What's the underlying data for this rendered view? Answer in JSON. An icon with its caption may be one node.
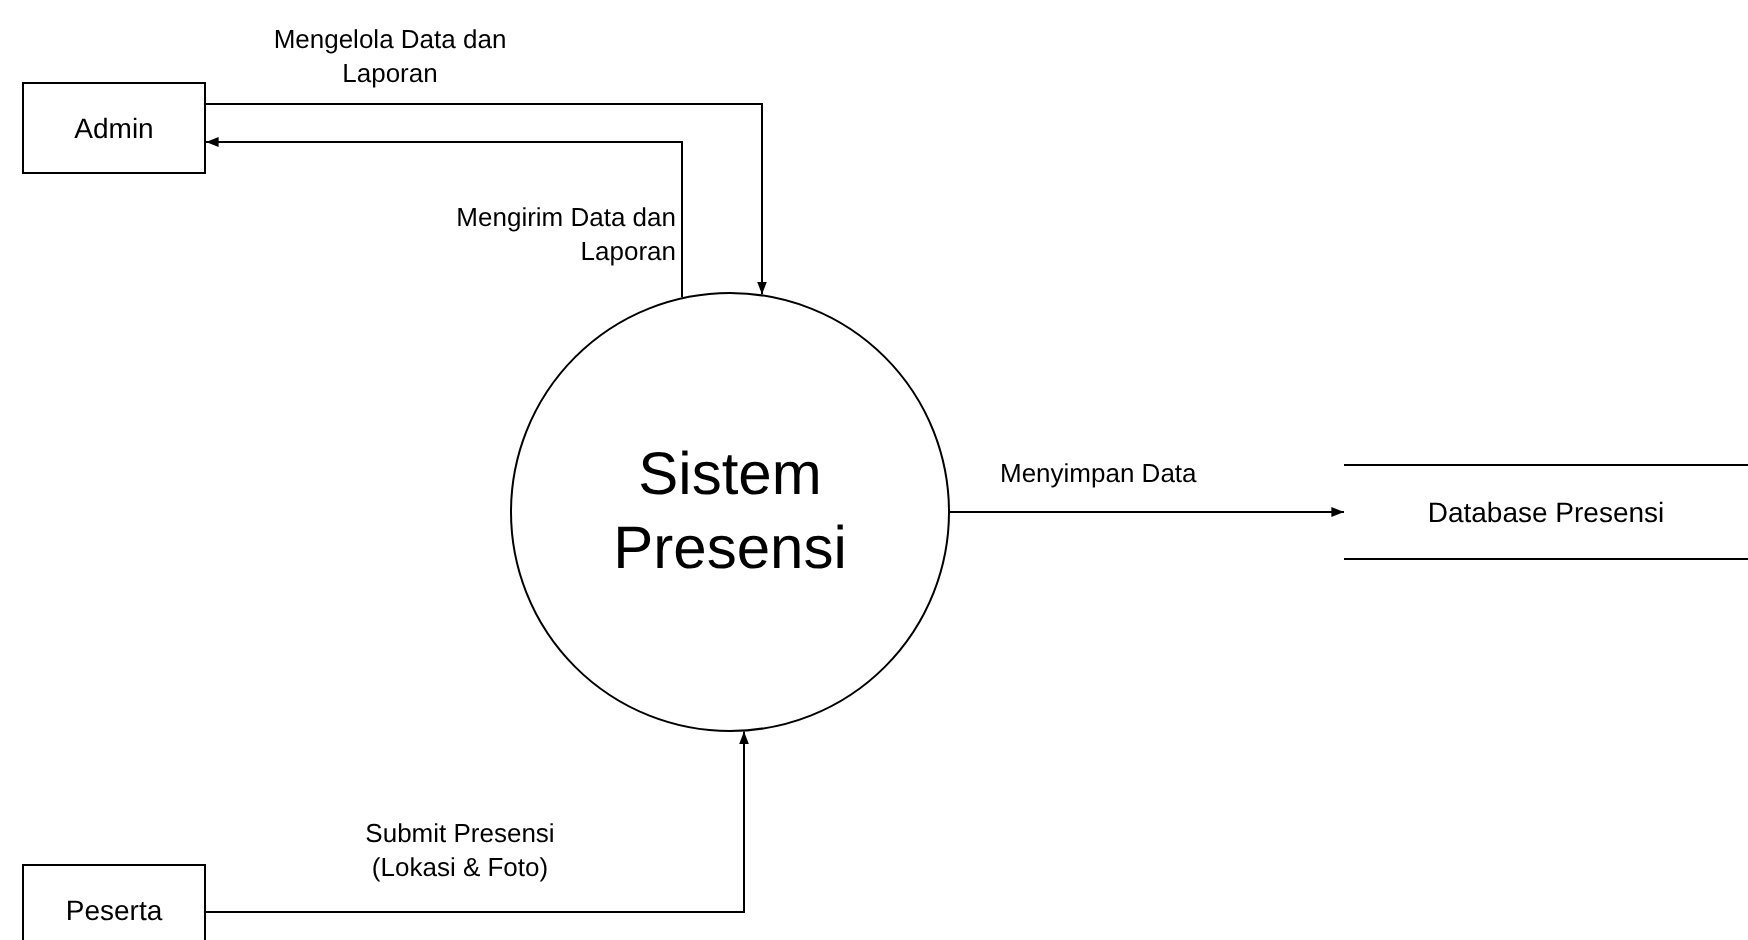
{
  "diagram": {
    "nodes": [
      {
        "text": [
          "Admin"
        ]
      },
      {
        "text": [
          "Sistem Presensi"
        ]
      },
      {
        "text": [
          "Database Presensi"
        ]
      },
      {
        "text": [
          "Peserta"
        ]
      }
    ],
    "edges": [
      {
        "from": 0,
        "to": 1,
        "arrow": "to",
        "label": "Mengelola Data dan Laporan"
      },
      {
        "from": 1,
        "to": 0,
        "arrow": "to",
        "label": "Mengirim Data dan Laporan"
      },
      {
        "from": 1,
        "to": 2,
        "arrow": "to",
        "label": "Menyimpan Data"
      },
      {
        "from": 3,
        "to": 1,
        "arrow": "to",
        "label": "Submit Presensi (Lokasi & Foto)"
      }
    ]
  }
}
